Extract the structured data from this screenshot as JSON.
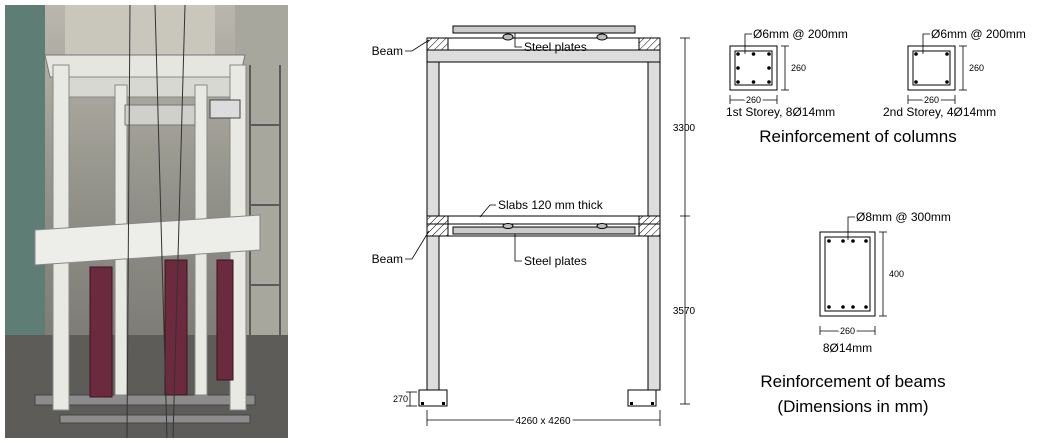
{
  "frame": {
    "beam_label_top": "Beam",
    "beam_label_bottom": "Beam",
    "steel_plates_top": "Steel plates",
    "steel_plates_bottom": "Steel plates",
    "slab_label": "Slabs 120 mm thick",
    "dim_storey1": "3570",
    "dim_storey2": "3300",
    "dim_footing": "270",
    "dim_plan": "4260 x 4260"
  },
  "columns": {
    "col1_stirrup": "Ø6mm @ 200mm",
    "col1_height": "260",
    "col1_width": "260",
    "col1_caption": "1st Storey, 8Ø14mm",
    "col2_stirrup": "Ø6mm @ 200mm",
    "col2_height": "260",
    "col2_width": "260",
    "col2_caption": "2nd Storey, 4Ø14mm",
    "title": "Reinforcement of columns"
  },
  "beams": {
    "stirrup": "Ø8mm @ 300mm",
    "height": "400",
    "width": "260",
    "bars": "8Ø14mm",
    "title": "Reinforcement of beams",
    "subtitle": "(Dimensions in mm)"
  }
}
